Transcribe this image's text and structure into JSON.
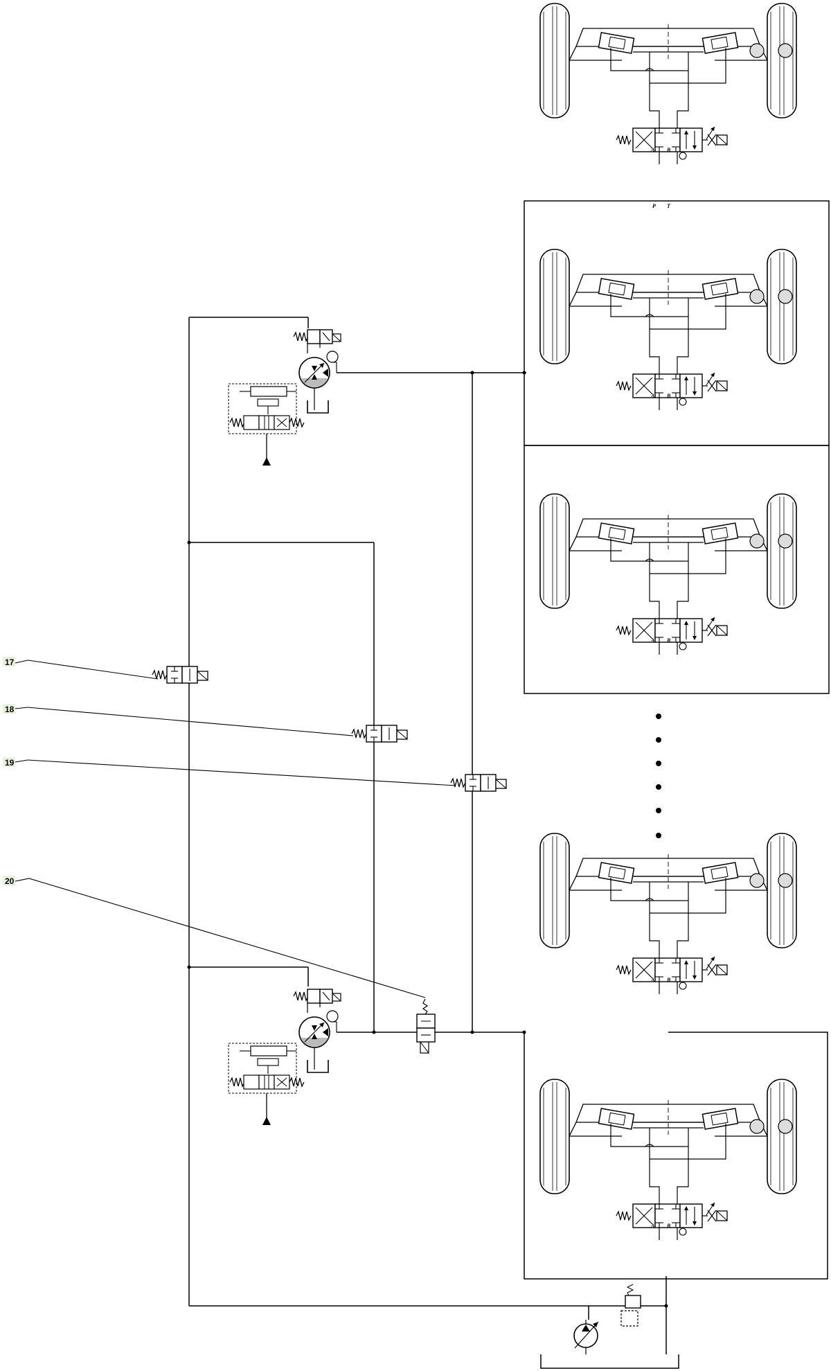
{
  "figure": {
    "callouts": [
      {
        "id": "17",
        "text": "17"
      },
      {
        "id": "18",
        "text": "18"
      },
      {
        "id": "19",
        "text": "19"
      },
      {
        "id": "20",
        "text": "20"
      }
    ],
    "valve_ports": {
      "a": "A",
      "b": "B",
      "p": "P",
      "t": "T"
    },
    "colors": {
      "line": "#000000",
      "label_highlight": "#e6f2dc",
      "background": "#ffffff"
    }
  }
}
